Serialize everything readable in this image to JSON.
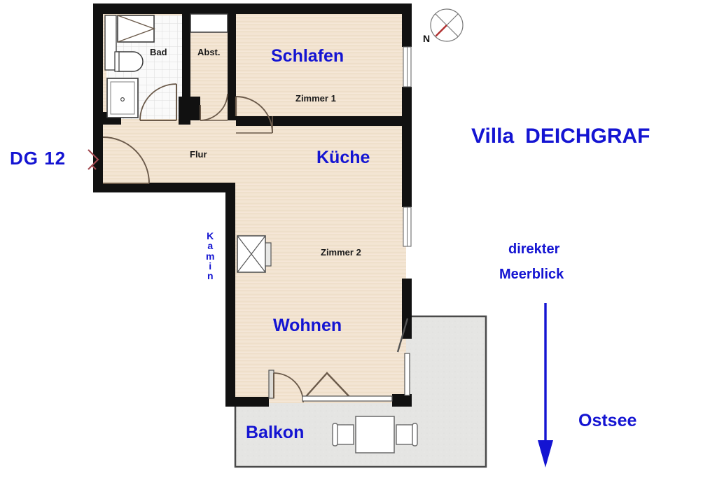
{
  "plan": {
    "unit_label": "DG 12",
    "building_name_part1": "Villa",
    "building_name_part2": "DEICHGRAF",
    "view_note_line1": "direkter",
    "view_note_line2": "Meerblick",
    "sea_label": "Ostsee",
    "compass_north_label": "N",
    "colors": {
      "label_blue": "#1414d2",
      "wall_black": "#111111",
      "floor_beige": "#f2e3d0",
      "balcony_grey": "#e3e3e1",
      "tile_white": "#f8f8f8",
      "compass_needle_red": "#b03030",
      "arrow_blue": "#1414d2"
    }
  },
  "rooms": [
    {
      "key": "bad",
      "name": "Bad",
      "style": "black",
      "sub": ""
    },
    {
      "key": "abst",
      "name": "Abst.",
      "style": "black",
      "sub": ""
    },
    {
      "key": "schlafen",
      "name": "Schlafen",
      "style": "blue",
      "sub": "Zimmer 1"
    },
    {
      "key": "flur",
      "name": "Flur",
      "style": "black",
      "sub": ""
    },
    {
      "key": "kueche",
      "name": "Küche",
      "style": "blue",
      "sub": ""
    },
    {
      "key": "wohnen",
      "name": "Wohnen",
      "style": "blue",
      "sub": "Zimmer 2"
    },
    {
      "key": "balkon",
      "name": "Balkon",
      "style": "blue",
      "sub": ""
    }
  ],
  "labels": {
    "bad": "Bad",
    "abst": "Abst.",
    "schlafen": "Schlafen",
    "zimmer1": "Zimmer 1",
    "flur": "Flur",
    "kueche": "Küche",
    "wohnen": "Wohnen",
    "zimmer2": "Zimmer 2",
    "balkon": "Balkon",
    "kamin": "Kamin",
    "kamin_letters": [
      "K",
      "a",
      "m",
      "i",
      "n"
    ]
  },
  "fixtures": [
    {
      "name": "shower-fixture",
      "room": "bad"
    },
    {
      "name": "toilet-fixture",
      "room": "bad"
    },
    {
      "name": "bathtub-fixture",
      "room": "bad"
    },
    {
      "name": "closet-shelf",
      "room": "abst"
    },
    {
      "name": "fireplace-kamin",
      "room": "wohnen"
    },
    {
      "name": "balcony-table",
      "room": "balkon"
    },
    {
      "name": "balcony-chair-left",
      "room": "balkon"
    },
    {
      "name": "balcony-chair-right",
      "room": "balkon"
    }
  ],
  "openings": [
    {
      "name": "entrance-door",
      "location": "flur-west"
    },
    {
      "name": "bath-door",
      "location": "bad-south"
    },
    {
      "name": "storage-door",
      "location": "abst-south"
    },
    {
      "name": "bedroom-door",
      "location": "zimmer1-south"
    },
    {
      "name": "balcony-door",
      "location": "wohnen-south"
    },
    {
      "name": "balcony-door-east",
      "location": "wohnen-east"
    },
    {
      "name": "window-north-east-upper",
      "location": "east-wall"
    },
    {
      "name": "window-east-lower",
      "location": "east-wall"
    }
  ]
}
